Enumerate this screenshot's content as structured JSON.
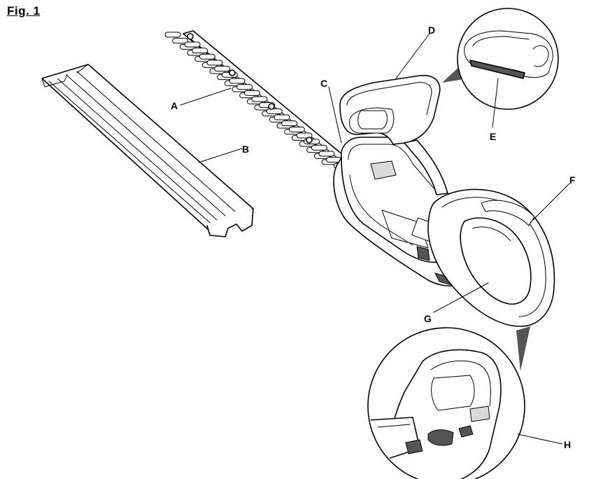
{
  "figure": {
    "title": "Fig. 1"
  },
  "callouts": {
    "a": "A",
    "b": "B",
    "c": "C",
    "d": "D",
    "e": "E",
    "f": "F",
    "g": "G",
    "h": "H"
  },
  "colors": {
    "ink": "#000000",
    "background": "#ffffff"
  }
}
